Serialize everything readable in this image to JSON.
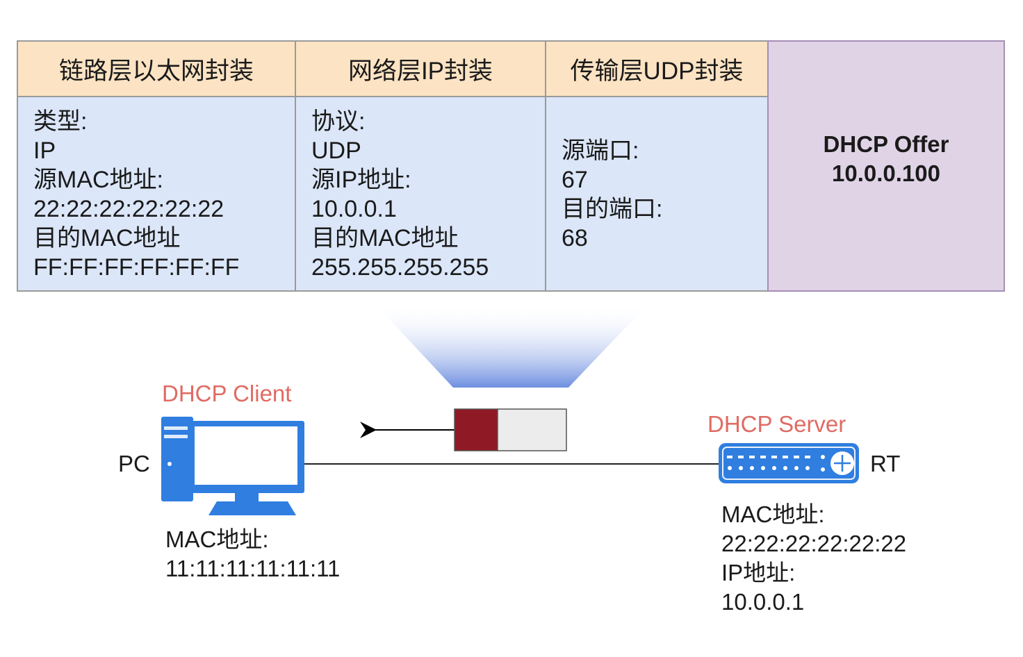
{
  "headers": {
    "link": "链路层以太网封装",
    "network": "网络层IP封装",
    "transport": "传输层UDP封装"
  },
  "link_cell": [
    "类型:",
    "IP",
    "源MAC地址:",
    "22:22:22:22:22:22",
    "目的MAC地址",
    "FF:FF:FF:FF:FF:FF"
  ],
  "network_cell": [
    "协议:",
    "UDP",
    "源IP地址:",
    "10.0.0.1",
    "目的MAC地址",
    "255.255.255.255"
  ],
  "transport_cell": [
    "源端口:",
    "67",
    "目的端口:",
    "68"
  ],
  "payload": {
    "line1": "DHCP Offer",
    "line2": "10.0.0.100"
  },
  "client": {
    "title": "DHCP Client",
    "device": "PC",
    "mac_label": "MAC地址:",
    "mac": "11:11:11:11:11:11"
  },
  "server": {
    "title": "DHCP Server",
    "device": "RT",
    "mac_label": "MAC地址:",
    "mac": "22:22:22:22:22:22",
    "ip_label": "IP地址:",
    "ip": "10.0.0.1"
  },
  "colors": {
    "header_bg": "#fbe3c3",
    "cell_bg": "#dbe6f8",
    "payload_bg": "#e0d3e6",
    "title_red": "#e06b63",
    "device_blue": "#2f7ee0",
    "packet_dark": "#8f1a26",
    "packet_light": "#ececec"
  }
}
